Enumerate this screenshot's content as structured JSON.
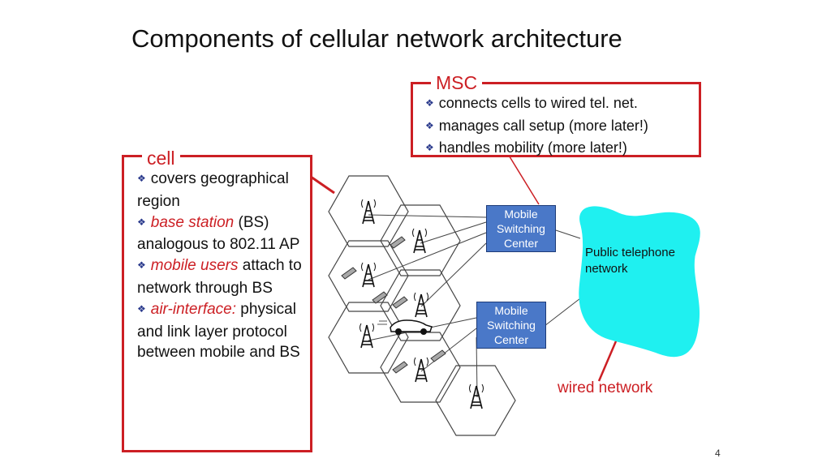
{
  "title": "Components of cellular network architecture",
  "msc_box": {
    "label": "MSC",
    "items": [
      "connects cells to wired tel. net.",
      "manages call setup (more later!)",
      "handles mobility (more later!)"
    ]
  },
  "cell_box": {
    "label": "cell",
    "item1": "covers geographical region",
    "item2_em": "base station",
    "item2_rest": " (BS) analogous to 802.11 AP",
    "item3_em": "mobile users",
    "item3_rest": " attach to network through BS",
    "item4_em": "air-interface:",
    "item4_rest": " physical and link layer protocol between mobile and BS"
  },
  "switching_centers": [
    {
      "line1": "Mobile",
      "line2": "Switching",
      "line3": "Center"
    },
    {
      "line1": "Mobile",
      "line2": "Switching",
      "line3": "Center"
    }
  ],
  "pstn": {
    "line1": "Public telephone",
    "line2": "network"
  },
  "wired_label": "wired network",
  "page_number": "4",
  "colors": {
    "accent": "#cc1f24",
    "msc_node": "#4a78c8",
    "pstn_cloud": "#1ff0f0",
    "bullet": "#2a3a8c"
  }
}
